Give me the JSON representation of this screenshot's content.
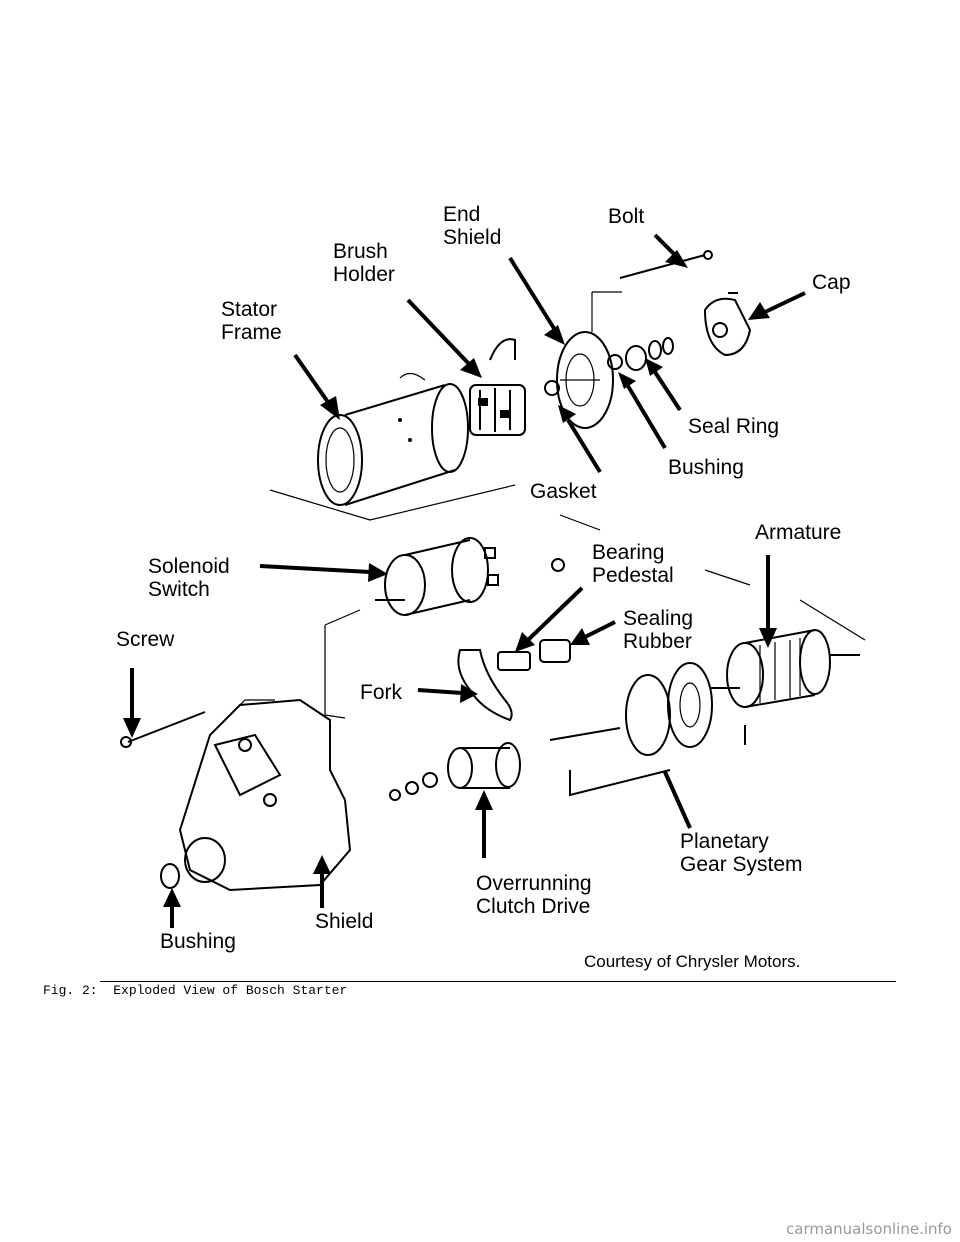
{
  "labels": {
    "end_shield_top": "End\nShield",
    "bolt": "Bolt",
    "brush_holder": "Brush\nHolder",
    "cap": "Cap",
    "stator_frame": "Stator\nFrame",
    "seal_ring": "Seal Ring",
    "bushing_top": "Bushing",
    "gasket": "Gasket",
    "armature": "Armature",
    "solenoid_switch": "Solenoid\nSwitch",
    "bearing_pedestal": "Bearing\nPedestal",
    "sealing_rubber": "Sealing\nRubber",
    "screw": "Screw",
    "fork": "Fork",
    "planetary_gear_system": "Planetary\nGear System",
    "overrunning_clutch_drive": "Overrunning\nClutch Drive",
    "shield": "Shield",
    "bushing_bottom": "Bushing",
    "courtesy": "Courtesy of Chrysler Motors."
  },
  "caption": "Fig. 2:  Exploded View of Bosch Starter",
  "watermark": "carmanualsonline.info"
}
